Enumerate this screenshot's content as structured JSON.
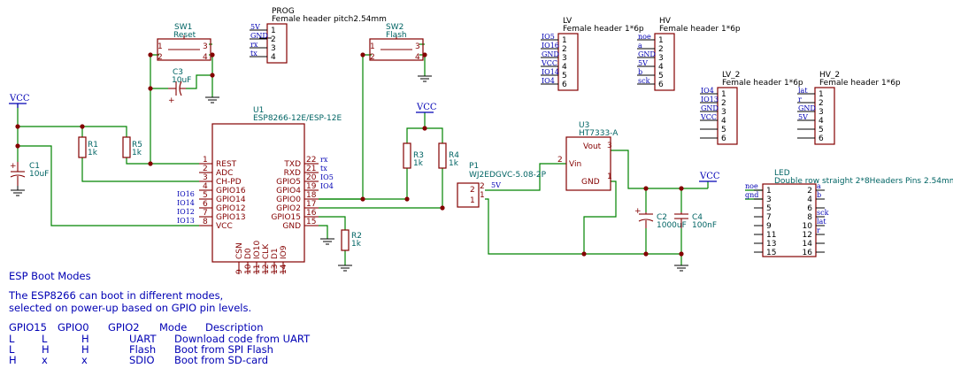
{
  "power": {
    "vcc_label": "VCC"
  },
  "sw1": {
    "ref": "SW1",
    "value": "Reset",
    "pins": [
      "1",
      "2",
      "3",
      "4"
    ]
  },
  "sw2": {
    "ref": "SW2",
    "value": "Flash",
    "pins": [
      "1",
      "2",
      "3",
      "4"
    ]
  },
  "c1": {
    "ref": "C1",
    "value": "10uF",
    "mark": "+"
  },
  "c2": {
    "ref": "C2",
    "value": "1000uF",
    "mark": "+"
  },
  "c3": {
    "ref": "C3",
    "value": "10uF",
    "mark": "+"
  },
  "c4": {
    "ref": "C4",
    "value": "100nF"
  },
  "r1": {
    "ref": "R1",
    "value": "1k"
  },
  "r2": {
    "ref": "R2",
    "value": "1k"
  },
  "r3": {
    "ref": "R3",
    "value": "1k"
  },
  "r4": {
    "ref": "R4",
    "value": "1k"
  },
  "r5": {
    "ref": "R5",
    "value": "1k"
  },
  "u1": {
    "ref": "U1",
    "value": "ESP8266-12E/ESP-12E",
    "left_pins": [
      {
        "num": "1",
        "name": "REST"
      },
      {
        "num": "2",
        "name": "ADC"
      },
      {
        "num": "3",
        "name": "CH-PD"
      },
      {
        "num": "4",
        "name": "GPIO16"
      },
      {
        "num": "5",
        "name": "GPIO14"
      },
      {
        "num": "6",
        "name": "GPIO12"
      },
      {
        "num": "7",
        "name": "GPIO13"
      },
      {
        "num": "8",
        "name": "VCC"
      }
    ],
    "right_pins": [
      {
        "num": "22",
        "name": "TXD"
      },
      {
        "num": "21",
        "name": "RXD"
      },
      {
        "num": "20",
        "name": "GPIO5"
      },
      {
        "num": "19",
        "name": "GPIO4"
      },
      {
        "num": "18",
        "name": "GPIO0"
      },
      {
        "num": "17",
        "name": "GPIO2"
      },
      {
        "num": "16",
        "name": "GPIO15"
      },
      {
        "num": "15",
        "name": "GND"
      }
    ],
    "bottom_pins": [
      {
        "num": "9",
        "name": "CSN"
      },
      {
        "num": "10",
        "name": "D0"
      },
      {
        "num": "11",
        "name": "IO10"
      },
      {
        "num": "12",
        "name": "CLK"
      },
      {
        "num": "13",
        "name": "D1"
      },
      {
        "num": "14",
        "name": "IO9"
      }
    ],
    "left_labels": [
      "IO16",
      "IO14",
      "IO12",
      "IO13"
    ],
    "right_labels": [
      "rx",
      "tx",
      "IO5",
      "IO4"
    ]
  },
  "u3": {
    "ref": "U3",
    "value": "HT7333-A",
    "pins": [
      {
        "num": "2",
        "name": "Vin"
      },
      {
        "num": "3",
        "name": "Vout"
      },
      {
        "num": "1",
        "name": "GND"
      }
    ]
  },
  "p1": {
    "ref": "P1",
    "value": "WJ2EDGVC-5.08-2P",
    "pins": [
      "2",
      "1"
    ],
    "net": "5V"
  },
  "prog": {
    "ref": "PROG",
    "value": "Female header pitch2.54mm",
    "pins": [
      "1",
      "2",
      "3",
      "4"
    ],
    "labels": [
      "5V",
      "GND",
      "rx",
      "tx"
    ]
  },
  "lv": {
    "ref": "LV",
    "value": "Female header 1*6p",
    "pins": [
      "1",
      "2",
      "3",
      "4",
      "5",
      "6"
    ],
    "labels": [
      "IO5",
      "IO16",
      "GND",
      "VCC",
      "IO14",
      "IO4"
    ]
  },
  "hv": {
    "ref": "HV",
    "value": "Female header 1*6p",
    "pins": [
      "1",
      "2",
      "3",
      "4",
      "5",
      "6"
    ],
    "labels": [
      "noe",
      "a",
      "GND",
      "5V",
      "b",
      "sck"
    ]
  },
  "lv2": {
    "ref": "LV_2",
    "value": "Female header 1*6p",
    "pins": [
      "1",
      "2",
      "3",
      "4",
      "5",
      "6"
    ],
    "labels": [
      "IO4",
      "IO13",
      "GND",
      "VCC"
    ]
  },
  "hv2": {
    "ref": "HV_2",
    "value": "Female header 1*6p",
    "pins": [
      "1",
      "2",
      "3",
      "4",
      "5",
      "6"
    ],
    "labels": [
      "lat",
      "r",
      "GND",
      "5V"
    ]
  },
  "led": {
    "ref": "LED",
    "value": "Double row straight 2*8Headers  Pins 2.54mm",
    "left_pins": [
      "1",
      "3",
      "5",
      "7",
      "9",
      "11",
      "13",
      "15"
    ],
    "right_pins": [
      "2",
      "4",
      "6",
      "8",
      "10",
      "12",
      "14",
      "16"
    ],
    "left_labels": [
      "noe",
      "gnd"
    ],
    "right_labels": [
      "a",
      "b",
      "sck",
      "lat",
      "r"
    ]
  },
  "notes": {
    "title": "ESP Boot Modes",
    "line1": "The ESP8266 can boot in different modes,",
    "line2": "selected on power-up based on GPIO pin levels.",
    "table": {
      "header": [
        "GPIO15",
        "GPIO0",
        "GPIO2",
        "Mode",
        "Description"
      ],
      "rows": [
        [
          "L",
          "L",
          "H",
          "UART",
          "Download code from UART"
        ],
        [
          "L",
          "H",
          "H",
          "Flash",
          "Boot from SPI Flash"
        ],
        [
          "H",
          "x",
          "x",
          "SDIO",
          "Boot from SD-card"
        ]
      ]
    }
  }
}
